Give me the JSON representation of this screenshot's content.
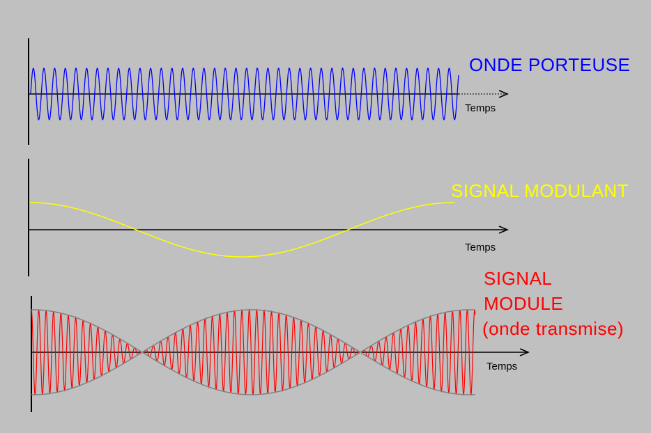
{
  "panels": [
    {
      "title_lines": [
        "ONDE  PORTEUSE"
      ],
      "time_label": "Temps",
      "color": "#0000ff"
    },
    {
      "title_lines": [
        "SIGNAL  MODULANT"
      ],
      "time_label": "Temps",
      "color": "#ffff00"
    },
    {
      "title_lines": [
        "SIGNAL",
        "MODULE",
        "(onde  transmise)"
      ],
      "time_label": "Temps",
      "color": "#ff0000"
    }
  ],
  "envelope_color": "#808080",
  "axis_color": "#000000"
}
